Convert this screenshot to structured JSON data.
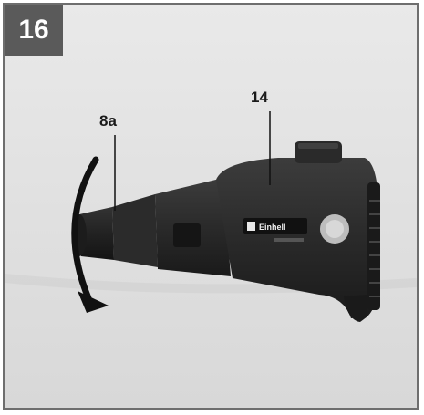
{
  "figure": {
    "number": "16"
  },
  "callouts": {
    "attachment_motor_unit": "14",
    "adapter_ring": "8a"
  },
  "product": {
    "brand_logo_text": "Einhell"
  },
  "colors": {
    "background": "#e4e4e4",
    "border": "#6e6e6e",
    "number_box": "#5a5a5a",
    "device_body": "#2f2f2f",
    "device_dark": "#1c1c1c",
    "label_text": "#1a1a1a"
  }
}
